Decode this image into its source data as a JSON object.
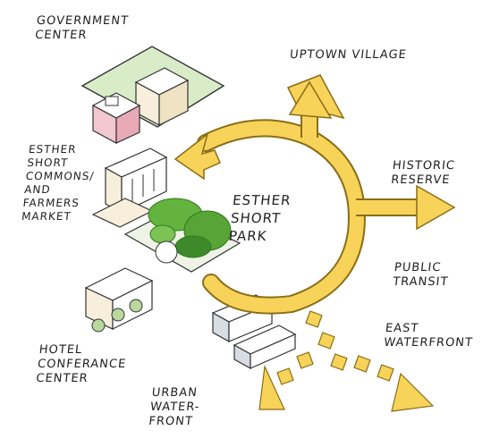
{
  "colors": {
    "arrow_fill": "#f7d35a",
    "arrow_stroke": "#8a6d16",
    "park_green": "#64b33e",
    "park_dark": "#2f7a1f",
    "plaza_green": "#d8ecc8",
    "building_pink": "#f2c7cf",
    "building_cream": "#f7efdc",
    "ink": "#222222"
  },
  "labels": {
    "government_center": [
      "GOVERNMENT",
      "CENTER"
    ],
    "uptown_village": "UPTOWN VILLAGE",
    "esther_short_commons": [
      "ESTHER",
      "SHORT",
      "COMMONS/",
      "AND",
      "FARMERS",
      "MARKET"
    ],
    "esther_short_park": [
      "ESTHER",
      "SHORT",
      "PARK"
    ],
    "historic_reserve": [
      "HISTORIC",
      "RESERVE"
    ],
    "public_transit": [
      "PUBLIC",
      "TRANSIT"
    ],
    "east_waterfront": [
      "EAST",
      "WATERFRONT"
    ],
    "hotel_conference_center": [
      "HOTEL",
      "CONFERANCE",
      "CENTER"
    ],
    "urban_waterfront": [
      "URBAN",
      "WATER-",
      "FRONT"
    ]
  }
}
